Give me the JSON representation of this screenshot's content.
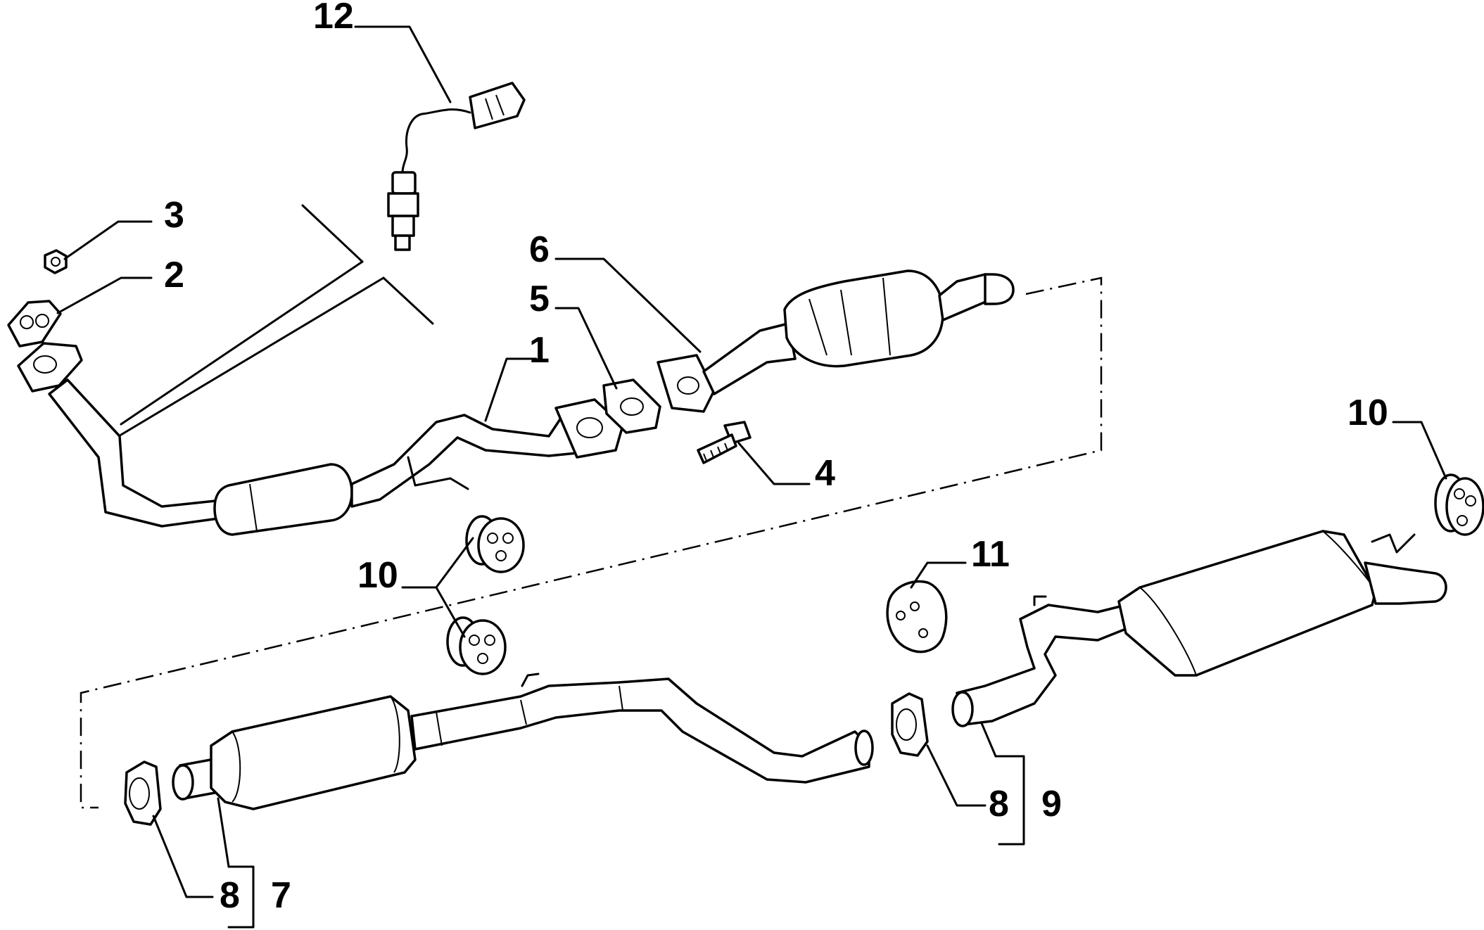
{
  "diagram": {
    "callouts": {
      "c1": "1",
      "c2": "2",
      "c3": "3",
      "c4": "4",
      "c5": "5",
      "c6": "6",
      "c7": "7",
      "c8a": "8",
      "c8b": "8",
      "c9": "9",
      "c10a": "10",
      "c10b": "10",
      "c11": "11",
      "c12": "12"
    }
  }
}
